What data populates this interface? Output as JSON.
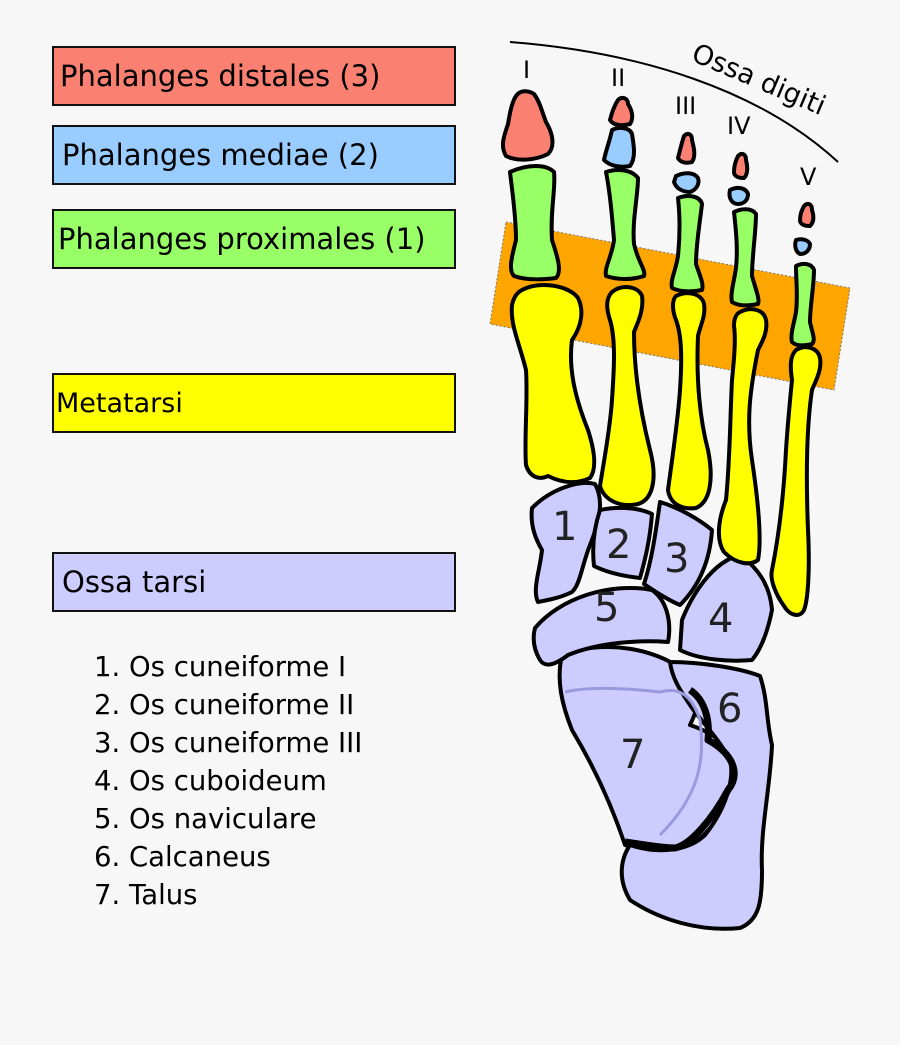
{
  "legend": {
    "distal": {
      "label": "Phalanges distales (3)",
      "color": "#fa8072"
    },
    "mediae": {
      "label": "Phalanges mediae (2)",
      "color": "#99ccff"
    },
    "proximal": {
      "label": "Phalanges proximales (1)",
      "color": "#99ff66"
    },
    "meta": {
      "label": "Metatarsi",
      "color": "#ffff00"
    },
    "tarsi": {
      "label": "Ossa tarsi",
      "color": "#ccccff"
    }
  },
  "tarsal_list": [
    "1. Os cuneiforme I",
    "2. Os cuneiforme II",
    "3. Os cuneiforme III",
    "4. Os cuboideum",
    "5. Os naviculare",
    "6. Calcaneus",
    "7. Talus"
  ],
  "digits": {
    "title": "Ossa digiti",
    "labels": [
      "I",
      "II",
      "III",
      "IV",
      "V"
    ]
  },
  "tarsal_numbers": [
    "1",
    "2",
    "3",
    "4",
    "5",
    "6",
    "7"
  ],
  "colors": {
    "band": "#ffa500",
    "outline": "#000000"
  }
}
